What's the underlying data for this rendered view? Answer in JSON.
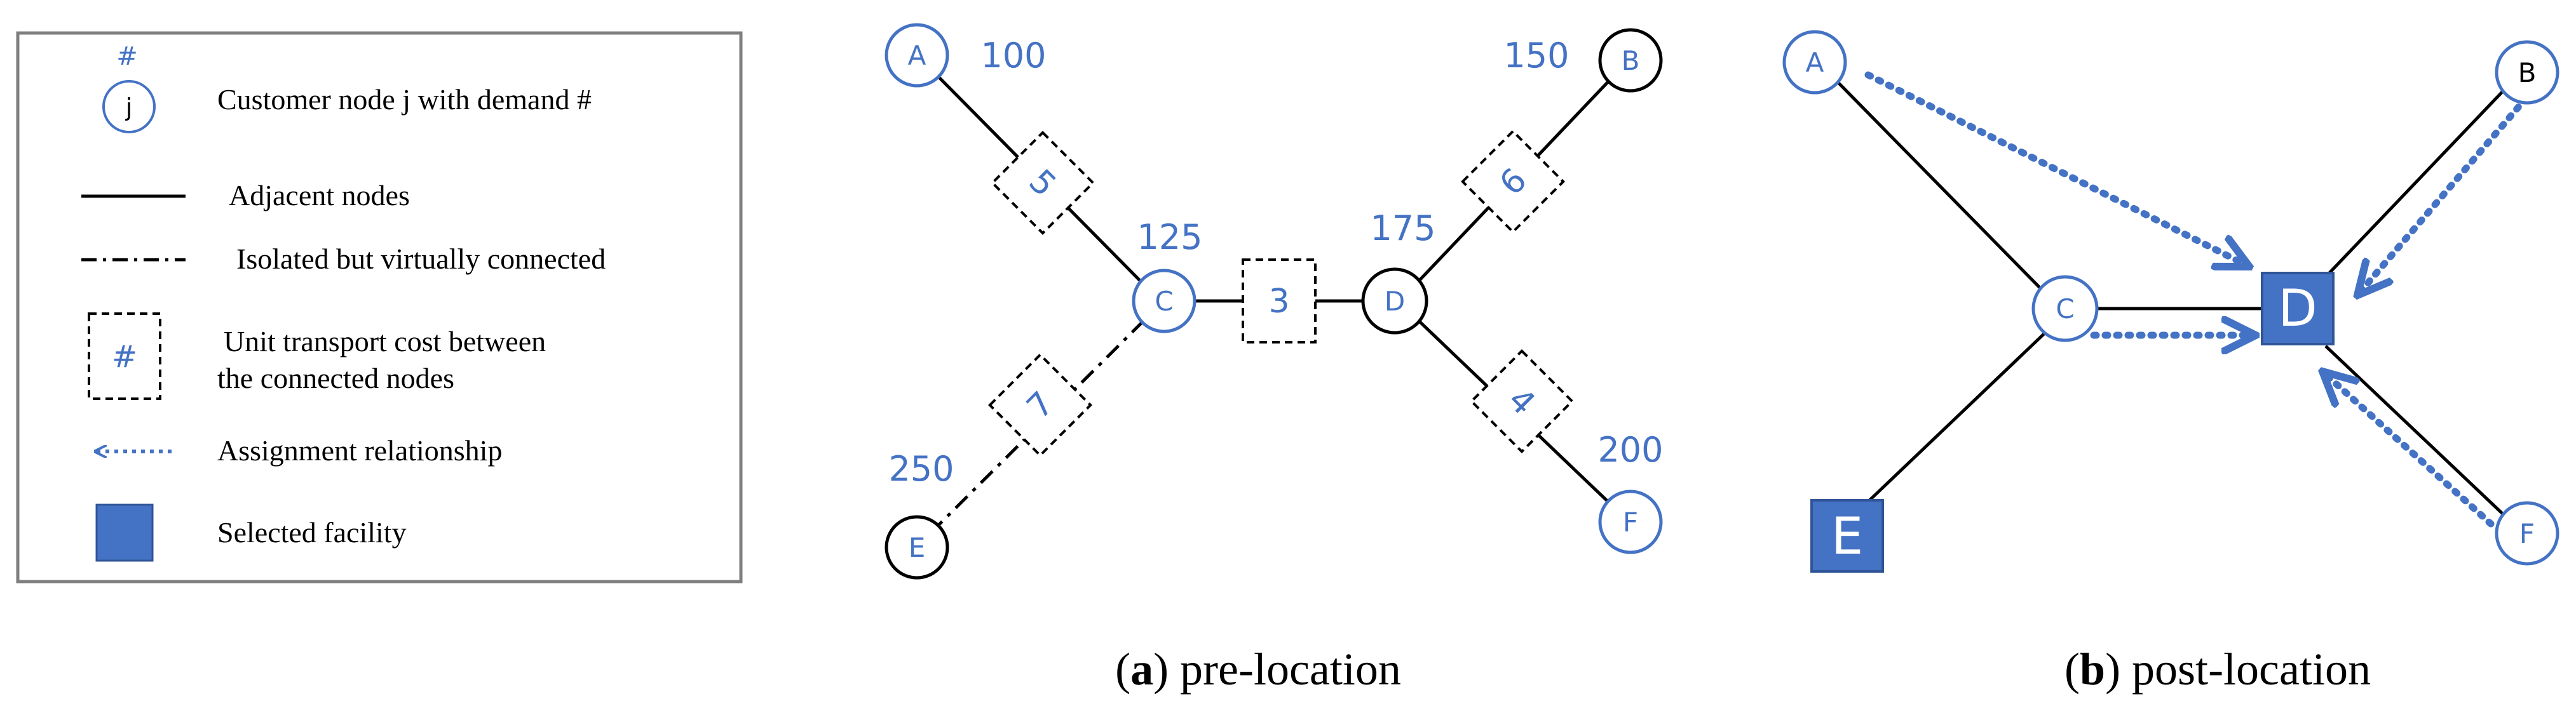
{
  "colors": {
    "accent": "#4472c4",
    "text": "#000000",
    "legend_border": "#7f7f7f"
  },
  "legend": {
    "customer_node": {
      "symbol_number": "#",
      "symbol_letter": "j",
      "label": "Customer node j with demand #"
    },
    "adjacent": {
      "label": "Adjacent nodes"
    },
    "isolated": {
      "label": "Isolated but virtually connected"
    },
    "cost": {
      "symbol": "#",
      "label_line1": "Unit transport cost between",
      "label_line2": "the connected nodes"
    },
    "assignment": {
      "label": "Assignment relationship"
    },
    "facility": {
      "label": "Selected facility"
    }
  },
  "diagram_a": {
    "caption_letter": "a",
    "caption_text": ") pre-location",
    "nodes": {
      "A": {
        "label": "A",
        "demand": "100"
      },
      "B": {
        "label": "B",
        "demand": "150"
      },
      "C": {
        "label": "C",
        "demand": "125"
      },
      "D": {
        "label": "D",
        "demand": "175"
      },
      "E": {
        "label": "E",
        "demand": "250"
      },
      "F": {
        "label": "F",
        "demand": "200"
      }
    },
    "costs": {
      "AC": "5",
      "CD": "3",
      "DB": "6",
      "CE": "7",
      "DF": "4"
    }
  },
  "diagram_b": {
    "caption_letter": "b",
    "caption_text": ") post-location",
    "nodes": {
      "A": "A",
      "B": "B",
      "C": "C",
      "D": "D",
      "E": "E",
      "F": "F"
    }
  }
}
